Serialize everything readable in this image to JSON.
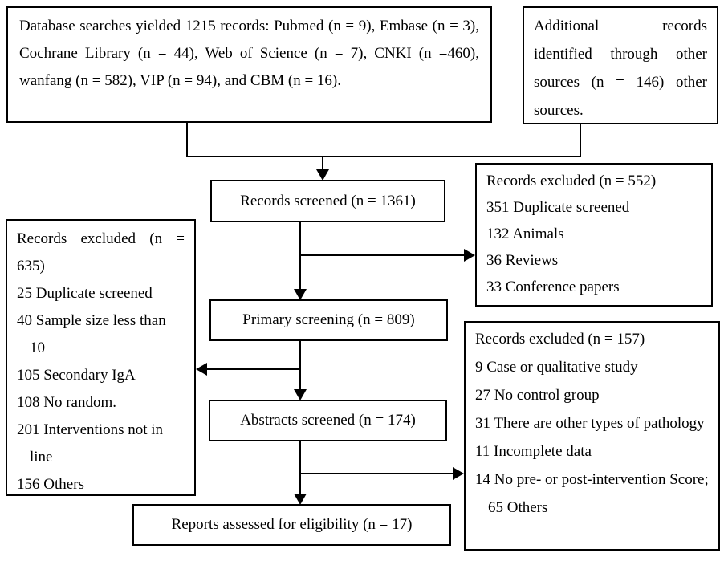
{
  "flow": {
    "colors": {
      "line": "#000000",
      "background": "#ffffff",
      "text": "#000000"
    },
    "identification": {
      "database_box": {
        "text": "Database searches yielded 1215 records: Pubmed (n = 9), Embase (n = 3), Cochrane Library (n = 44), Web of Science (n = 7), CNKI (n =460), wanfang (n = 582), VIP (n = 94), and CBM (n = 16)."
      },
      "additional_box": {
        "text": "Additional records identified through other sources (n = 146) other sources."
      }
    },
    "records_screened": {
      "label": "Records screened (n = 1361)"
    },
    "excluded_552": {
      "title": "Records excluded (n = 552)",
      "items": [
        "351 Duplicate screened",
        "132 Animals",
        "36 Reviews",
        "33 Conference papers"
      ]
    },
    "excluded_635": {
      "title": "Records excluded (n = 635)",
      "items": [
        "25 Duplicate screened",
        "40 Sample size less than 10",
        "105 Secondary IgA",
        "108 No random.",
        "201 Interventions not in line",
        "156 Others"
      ]
    },
    "primary_screening": {
      "label": "Primary screening (n = 809)"
    },
    "abstracts_screened": {
      "label": "Abstracts screened (n = 174)"
    },
    "excluded_157": {
      "title": "Records excluded (n = 157)",
      "items": [
        "9 Case or qualitative study",
        "27 No control group",
        "31 There are other types of pathology",
        "11 Incomplete data",
        "14 No pre- or post-intervention Score; 65 Others"
      ]
    },
    "reports_assessed": {
      "label": "Reports assessed for eligibility (n = 17)"
    }
  }
}
